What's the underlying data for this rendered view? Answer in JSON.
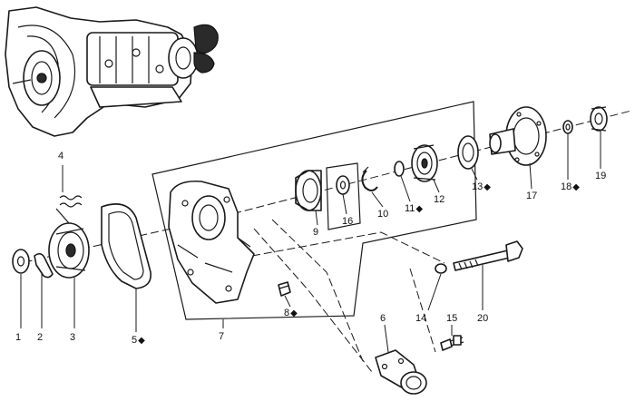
{
  "callouts": [
    {
      "id": "1",
      "text": "1",
      "marked": false
    },
    {
      "id": "2",
      "text": "2",
      "marked": false
    },
    {
      "id": "3",
      "text": "3",
      "marked": false
    },
    {
      "id": "4",
      "text": "4",
      "marked": false
    },
    {
      "id": "5",
      "text": "5",
      "marked": true
    },
    {
      "id": "6",
      "text": "6",
      "marked": false
    },
    {
      "id": "7",
      "text": "7",
      "marked": false
    },
    {
      "id": "8",
      "text": "8",
      "marked": true
    },
    {
      "id": "9",
      "text": "9",
      "marked": false
    },
    {
      "id": "10",
      "text": "10",
      "marked": false
    },
    {
      "id": "11",
      "text": "11",
      "marked": true
    },
    {
      "id": "12",
      "text": "12",
      "marked": false
    },
    {
      "id": "13",
      "text": "13",
      "marked": true
    },
    {
      "id": "14",
      "text": "14",
      "marked": false
    },
    {
      "id": "15",
      "text": "15",
      "marked": false
    },
    {
      "id": "16",
      "text": "16",
      "marked": false
    },
    {
      "id": "17",
      "text": "17",
      "marked": false
    },
    {
      "id": "18",
      "text": "18",
      "marked": true
    },
    {
      "id": "19",
      "text": "19",
      "marked": false
    },
    {
      "id": "20",
      "text": "20",
      "marked": false
    }
  ],
  "marker_symbol": "◆",
  "colors": {
    "line": "#1a1a1a",
    "background": "#ffffff",
    "highlight": "#111111"
  }
}
